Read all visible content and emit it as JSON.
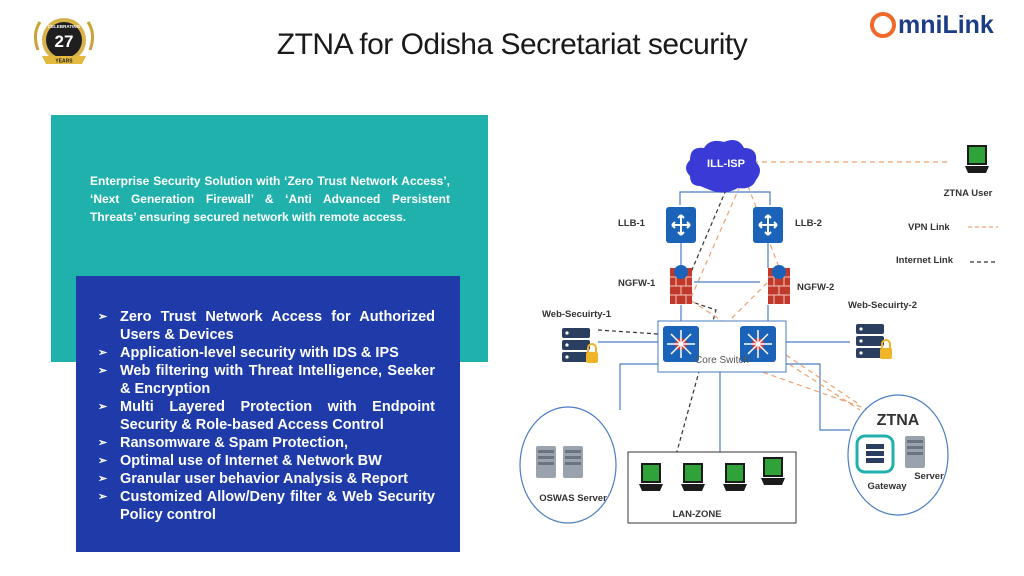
{
  "header": {
    "title": "ZTNA for Odisha Secretariat security",
    "badge_text": "CELEBRATING 27 YEARS",
    "logo_text": "mniLink"
  },
  "intro": {
    "text": "Enterprise Security Solution with ‘Zero Trust Network Access’, ‘Next Generation Firewall’ & ‘Anti Advanced Persistent Threats’ ensuring secured network with remote access."
  },
  "features": [
    "Zero Trust Network Access for Authorized Users & Devices",
    "Application-level security with IDS & IPS",
    "Web filtering with Threat Intelligence, Seeker & Encryption",
    "Multi Layered Protection with Endpoint Security & Role-based Access Control",
    "Ransomware & Spam Protection,",
    "Optimal use of Internet & Network BW",
    "Granular user behavior Analysis &  Report",
    "Customized Allow/Deny filter & Web Security Policy control"
  ],
  "diagram": {
    "cloud": "ILL-ISP",
    "ztna_user": "ZTNA User",
    "llb1": "LLB-1",
    "llb2": "LLB-2",
    "ngfw1": "NGFW-1",
    "ngfw2": "NGFW-2",
    "web1": "Web-Secuirty-1",
    "web2": "Web-Secuirty-2",
    "core": "Core Switch",
    "oswas": "OSWAS Server",
    "lan": "LAN-ZONE",
    "ztna": "ZTNA",
    "gateway": "Gateway",
    "server": "Server",
    "legend_vpn": "VPN Link",
    "legend_internet": "Internet Link"
  },
  "colors": {
    "teal": "#20b1ad",
    "blue": "#1f3ba9",
    "cloud": "#3a3ad6",
    "vpn_link": "#f0a070",
    "router": "#1b63b8",
    "terminal": "#2fa33a"
  }
}
